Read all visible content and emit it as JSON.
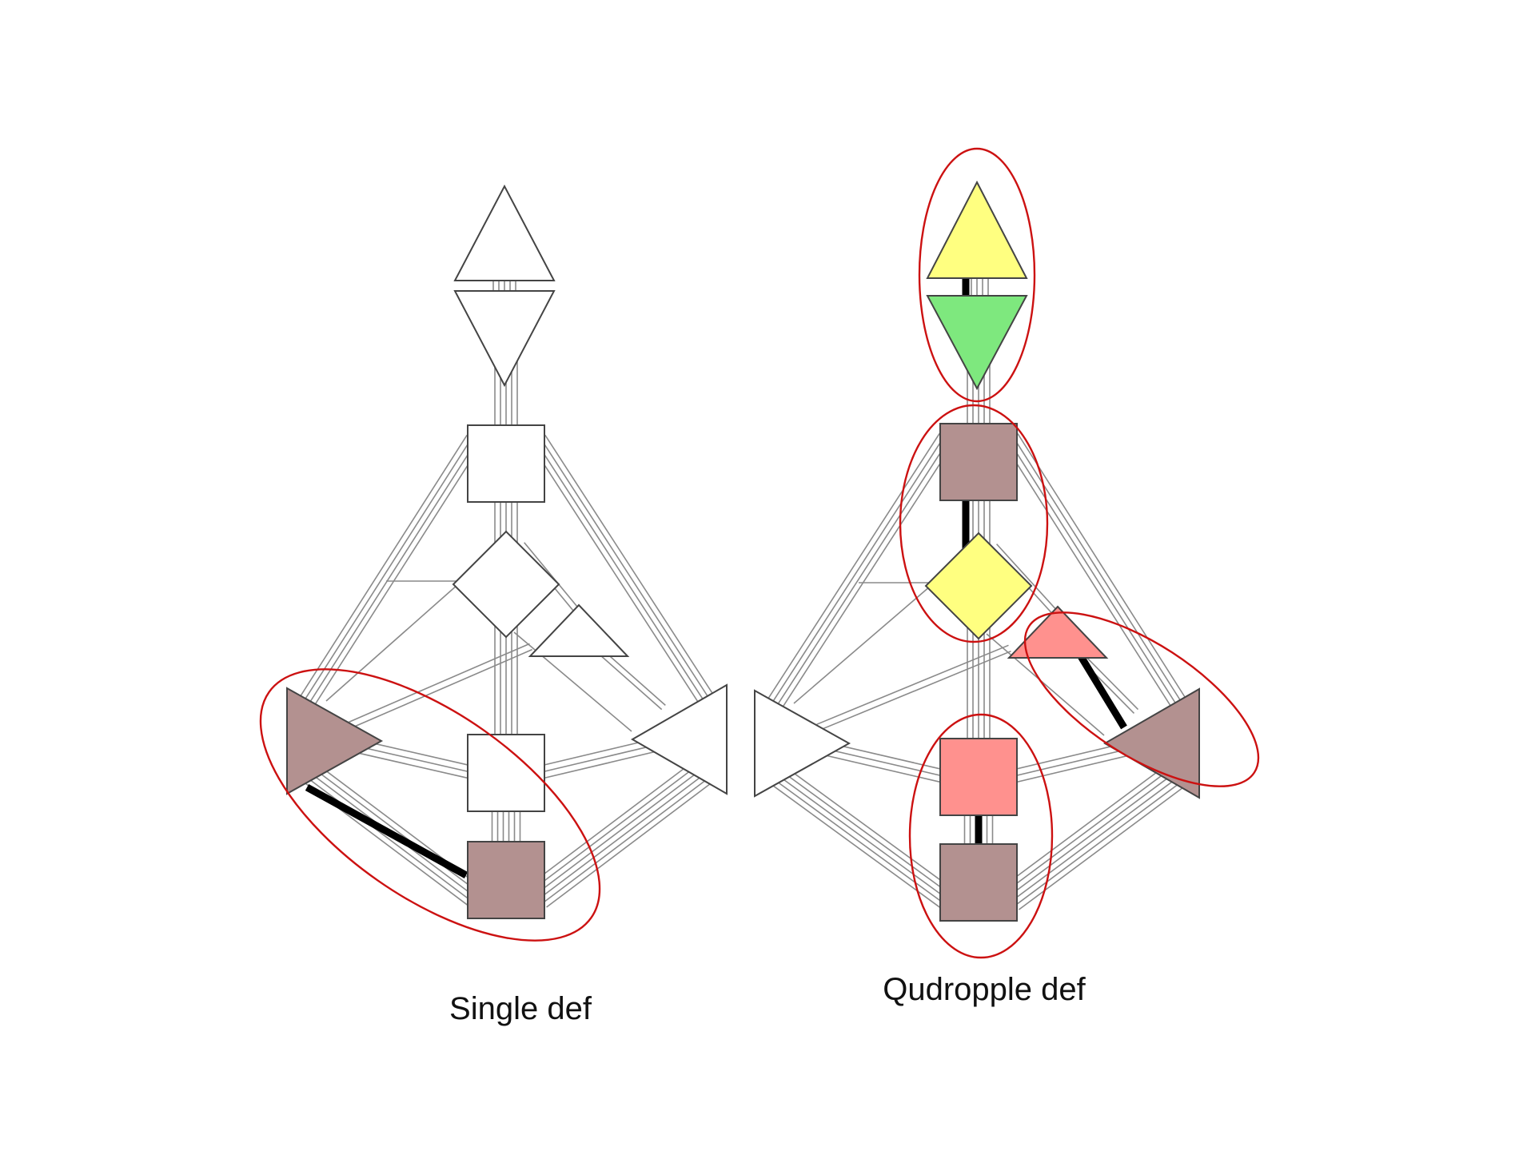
{
  "captions": {
    "left": "Single def",
    "right": "Qudropple def"
  },
  "colors": {
    "undefined": "#ffffff",
    "brown": "#b39190",
    "yellow": "#ffff80",
    "green": "#7ee87e",
    "pink": "#ff918e",
    "line": "#8a8a8a",
    "defined_channel": "#000000",
    "ellipse": "#cc1111",
    "outline": "#444444"
  },
  "charts": [
    {
      "id": "single",
      "centers": {
        "head": "undefined",
        "ajna": "undefined",
        "throat": "undefined",
        "g": "undefined",
        "heart": "undefined",
        "spleen": "brown",
        "sacral": "undefined",
        "solar_plexus": "undefined",
        "root": "brown"
      },
      "defined_channels": [
        [
          "spleen",
          "root"
        ]
      ],
      "groupings": [
        [
          "spleen",
          "root"
        ]
      ]
    },
    {
      "id": "quadruple",
      "centers": {
        "head": "yellow",
        "ajna": "green",
        "throat": "brown",
        "g": "yellow",
        "heart": "pink",
        "spleen": "undefined",
        "sacral": "pink",
        "solar_plexus": "brown",
        "root": "brown"
      },
      "defined_channels": [
        [
          "head",
          "ajna"
        ],
        [
          "throat",
          "g"
        ],
        [
          "heart",
          "solar_plexus"
        ],
        [
          "sacral",
          "root"
        ]
      ],
      "groupings": [
        [
          "head",
          "ajna"
        ],
        [
          "throat",
          "g"
        ],
        [
          "heart",
          "solar_plexus"
        ],
        [
          "sacral",
          "root"
        ]
      ]
    }
  ]
}
